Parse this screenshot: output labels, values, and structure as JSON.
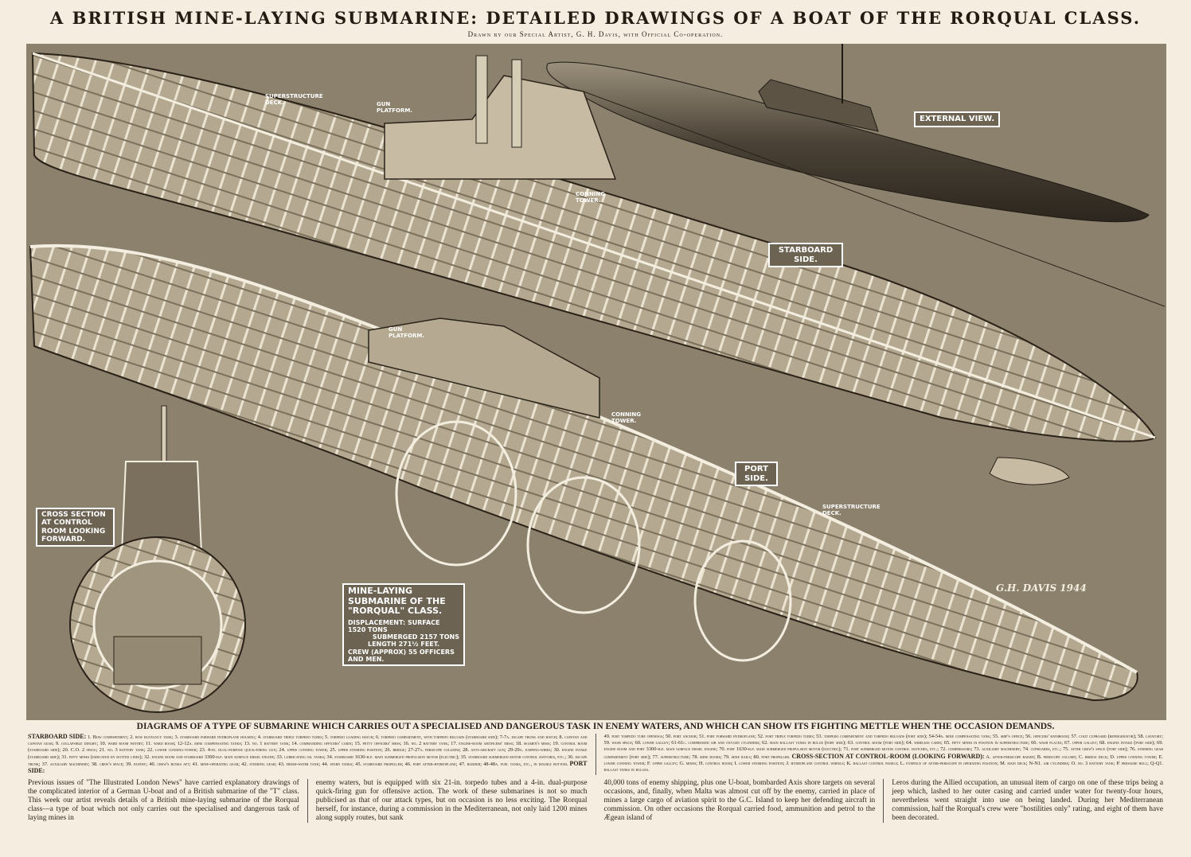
{
  "title": "A BRITISH MINE-LAYING SUBMARINE: DETAILED  DRAWINGS OF A BOAT OF THE RORQUAL CLASS.",
  "credit": "Drawn by our Special Artist, G. H. Davis, with Official Co-operation.",
  "illustration": {
    "labels": {
      "external_view": "EXTERNAL VIEW.",
      "starboard_side": "STARBOARD SIDE.",
      "port_side": "PORT SIDE.",
      "superstructure_deck_1": "SUPERSTRUCTURE DECK.",
      "superstructure_deck_2": "SUPERSTRUCTURE DECK.",
      "gun_platform_1": "GUN PLATFORM.",
      "gun_platform_2": "GUN PLATFORM.",
      "conning_tower_1": "CONNING TOWER.",
      "conning_tower_2": "CONNING TOWER.",
      "cross_section": "CROSS SECTION AT CONTROL ROOM LOOKING FORWARD.",
      "signature": "G.H. DAVIS 1944"
    },
    "info_box": {
      "title": "MINE-LAYING SUBMARINE OF THE \"RORQUAL\" CLASS.",
      "displacement_surface": "DISPLACEMENT: SURFACE 1520 TONS",
      "displacement_submerged": "SUBMERGED 2157 TONS",
      "length": "LENGTH 271½ FEET.",
      "crew": "CREW (APPROX) 55 OFFICERS AND MEN."
    }
  },
  "heading": "DIAGRAMS OF A TYPE OF SUBMARINE WHICH CARRIES OUT A SPECIALISED AND DANGEROUS TASK IN ENEMY WATERS, AND WHICH CAN SHOW ITS FIGHTING METTLE WHEN THE OCCASION DEMANDS.",
  "legend": {
    "starboard_label": "STARBOARD SIDE:",
    "starboard_text": "1. Bow compartment; 2. bow buoyancy tank; 3. starboard forward hydroplane housing; 4. starboard triple torpedo tubes; 5. torpedo loading hatch; 6. torpedo compartment, with torpedo reloads (starboard side); 7-7a. escape trunk and hatch; 8. capstan and capstan gear; 9. collapsible dinghy; 10. ward room pantry; 11. ward room; 12-12a. mine compensating tanks; 13. no. 1 battery tank; 14. commanding officers' cabin; 15. petty officers' mess; 16. no. 2 battery tank; 17. engine-room artificers' mess; 18. seamen's mess; 19. control room (starboard side); 20. C.O. 2 space; 21. no. 3 battery tank; 22. lower conning-tower; 23. 4-in. dual-purpose quick-firing gun; 24. upper conning tower; 25. upper steering position; 26. bridge; 27-27a. periscope columns; 28. anti-aircraft gun; 29-29a. jumping-wires; 30. engine intake (starboard side); 31. fifty mines (indicated by dotted lines); 32. engine room and starboard 3300-h.p. main surface diesel engine; 33. lubricating oil tanks; 34. starboard 1630-h.p. main submerged propulsion motor (electric); 35. starboard submerged motor control switches, etc.; 36. escape trunk; 37. auxiliary machinery; 38. crew's space; 39. pantry; 40. crew's bunks aft; 41. mine-operating gear; 42. steering gear; 43. fresh-water tank; 44. stern tanks; 45. starboard propeller; 46. port after-hydroplane; 47. rudder; 48-48a. fuel tanks, etc., in double bottom.",
    "port_label": "PORT SIDE:",
    "port_text": "49. port torpedo tube openings; 50. port anchor; 51. port forward hydroplane; 52. port triple torpedo tubes; 53. torpedo compartment and torpedo reloads (port side); 54-54a. mine compensating tank; 55. ship's office; 56. officers' bathroom; 57. cold cupboard (refrigerator); 58. lavatory; 59. wash space; 60. lower galley; 61-61c. compressed air and oxygen cylinders; 62. main ballast tanks in bulge (port side); 63. control room (port side); 64. wireless cabin; 65. fifty mines in position in superstructure; 66. wash places; 67. upper galley; 68. engine intake (port side); 69. engine room and port 3300-h.p. main surface diesel engine; 70. port 1630-h.p. main submerged propulsion motor (electric); 71. port submerged motor control switches, etc.; 72. compressors; 73. auxiliary machinery; 74. cupboards, etc.; 75. after crew's space (port side); 76. steering gear compartment (port side); 77. superstructure; 78. mine doors; 79. mine rails; 80. port propeller.",
    "cross_label": "CROSS-SECTION AT CONTROL-ROOM (LOOKING FORWARD):",
    "cross_text": "A. after-periscope raised; B. periscope column; C. bridge deck; D. upper conning tower; E. lower conning tower; F. upper galley; G. mines; H. control room; I. lower steering position; J. hydroplane control wheels; K. ballast control panels; L. eyepiece of after-periscope in operating position; M. main deck; N-N1. air cylinders; O. no. 3 battery tank; P. pressure hull; Q-Q1. ballast tanks in bulges."
  },
  "article": [
    "Previous issues of \"The Illustrated London News\" have carried explanatory drawings of the complicated interior of a German U-boat and of a British submarine of the \"T\" class. This week our artist reveals details of a British mine-laying submarine of the Rorqual class—a type of boat which not only carries out the specialised and dangerous task of laying mines in",
    "enemy waters, but is equipped with six 21-in. torpedo tubes and a 4-in. dual-purpose quick-firing gun for offensive action. The work of these submarines is not so much publicised as that of our attack types, but on occasion is no less exciting. The Rorqual herself, for instance, during a commission in the Mediterranean, not only laid 1200 mines along supply routes, but sank",
    "40,000 tons of enemy shipping, plus one U-boat, bombarded Axis shore targets on several occasions, and, finally, when Malta was almost cut off by the enemy, carried in place of mines a large cargo of aviation spirit to the G.C. Island to keep her defending aircraft in commission. On other occasions the Rorqual carried food, ammunition and petrol to the Ægean island of",
    "Leros during the Allied occupation, an unusual item of cargo on one of these trips being a jeep which, lashed to her outer casing and carried under water for twenty-four hours, nevertheless went straight into use on being landed. During her Mediterranean commission, half the Rorqual's crew were \"hostilities only\" rating, and eight of them have been decorated."
  ]
}
